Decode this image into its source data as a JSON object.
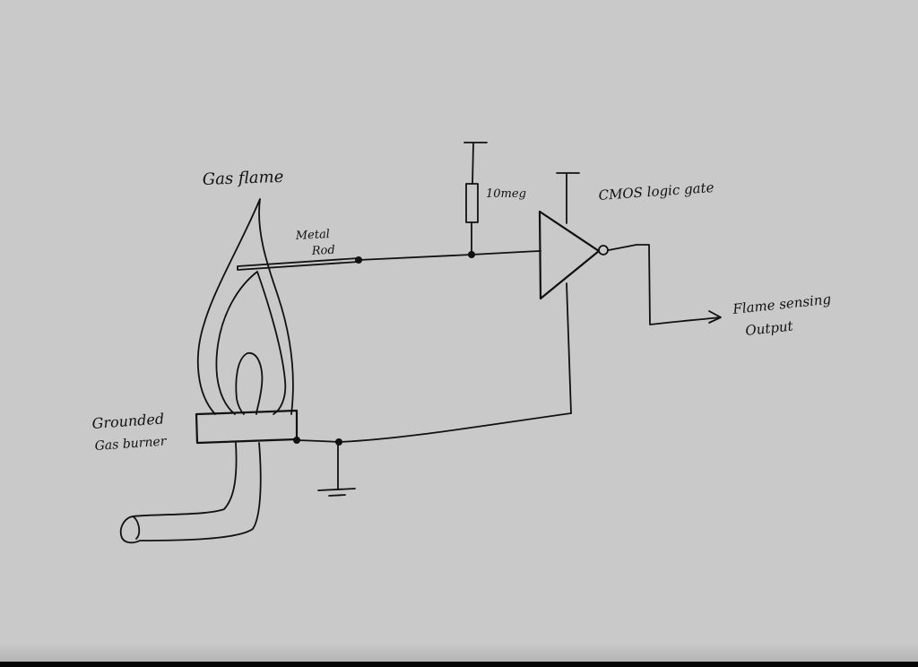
{
  "labels": {
    "gas_flame": "Gas flame",
    "metal_rod_line1": "Metal",
    "metal_rod_line2": "Rod",
    "resistor_value": "10meg",
    "cmos_gate": "CMOS logic gate",
    "grounded_line1": "Grounded",
    "grounded_line2": "Gas burner",
    "output_line1": "Flame sensing",
    "output_line2": "Output"
  },
  "colors": {
    "paper": "#c9c9c9",
    "ink": "#111111"
  }
}
